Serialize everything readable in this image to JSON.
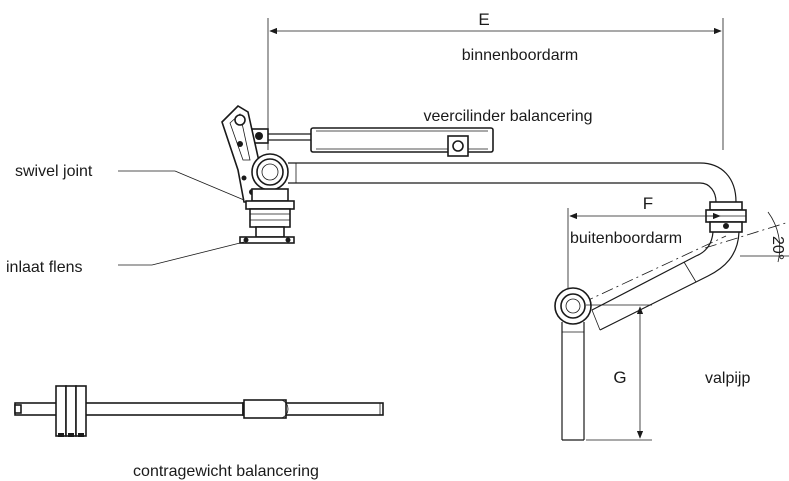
{
  "labels": {
    "dim_E": "E",
    "dim_F": "F",
    "dim_G": "G",
    "angle": "20°",
    "inner_arm": "binnenboordarm",
    "spring_cylinder": "veercilinder balancering",
    "swivel_joint": "swivel joint",
    "inlet_flange": "inlaat flens",
    "outer_arm": "buitenboordarm",
    "drop_pipe": "valpijp",
    "counterweight": "contragewicht balancering"
  }
}
